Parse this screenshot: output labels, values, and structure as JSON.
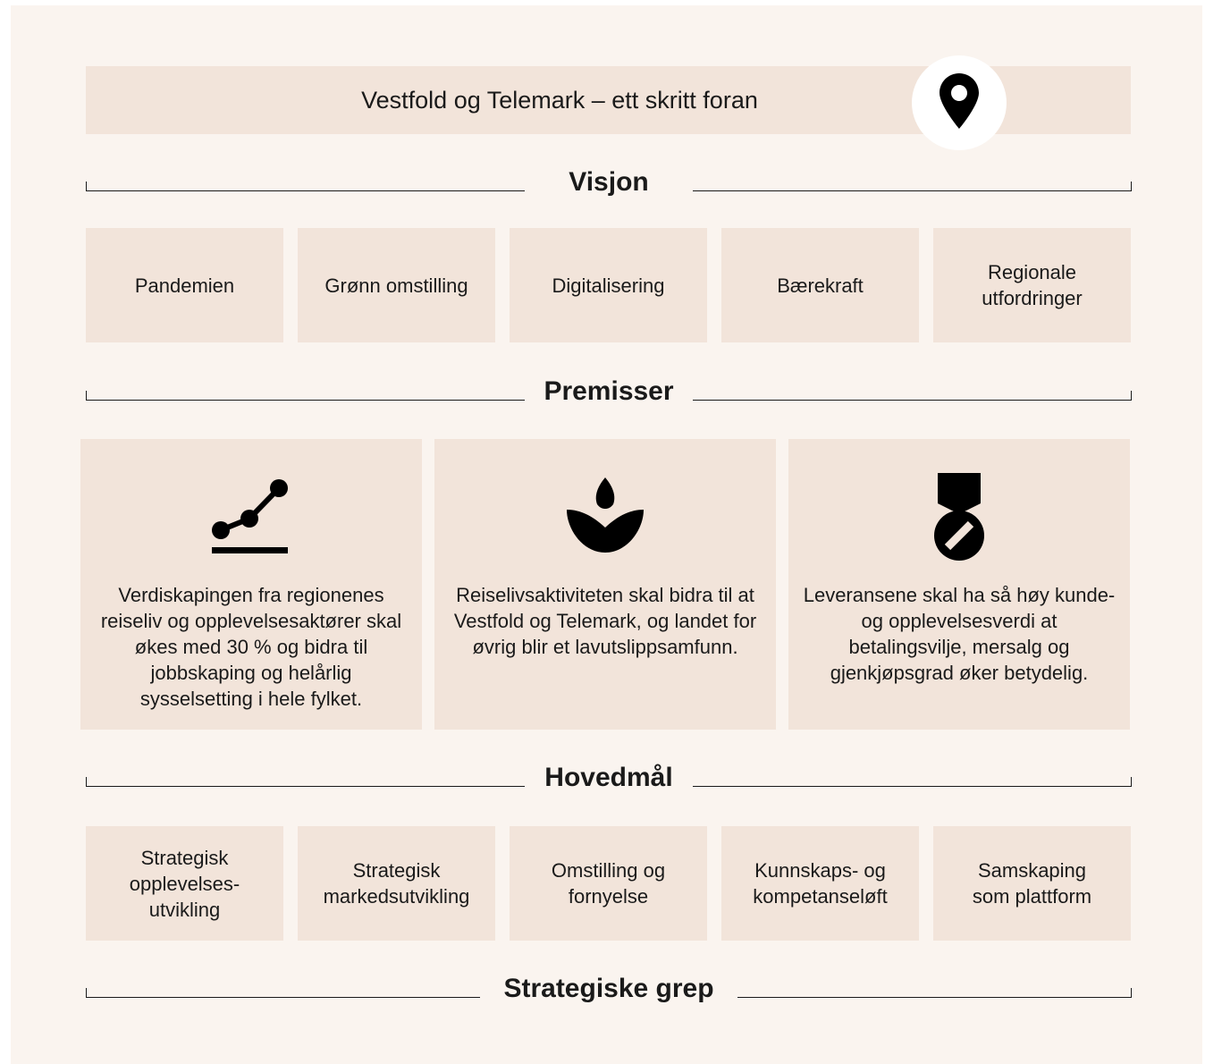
{
  "banner": {
    "title": "Vestfold og Telemark – ett skritt foran",
    "icon": "map-pin-icon"
  },
  "sections": {
    "visjon": "Visjon",
    "premisser": "Premisser",
    "hovedmal": "Hovedmål",
    "strategiske_grep": "Strategiske grep"
  },
  "visjon_boxes": [
    "Pandemien",
    "Grønn omstilling",
    "Digitalisering",
    "Bærekraft",
    "Regionale utfordringer"
  ],
  "premisser": [
    {
      "icon": "growth-chart-icon",
      "text": "Verdiskapingen fra regionenes reiseliv og opplevelsesaktører skal økes med 30 % og bidra til jobbskaping og helårlig sysselsetting i hele fylket."
    },
    {
      "icon": "lotus-leaf-icon",
      "text": "Reiselivsaktiviteten skal bidra til at Vestfold og Telemark, og landet for øvrig blir et lavutslippsamfunn."
    },
    {
      "icon": "medal-icon",
      "text": "Leveransene skal ha så høy kunde- og opplevelsesverdi at betalingsvilje, mersalg og gjenkjøpsgrad øker betydelig."
    }
  ],
  "hovedmal_boxes": [
    "Strategisk opplevelses-utvikling",
    "Strategisk markedsutvikling",
    "Omstilling og fornyelse",
    "Kunnskaps- og kompetanseløft",
    "Samskaping som plattform"
  ],
  "colors": {
    "background": "#faf4ef",
    "box": "#f2e4da",
    "ink": "#1a1a1a"
  }
}
